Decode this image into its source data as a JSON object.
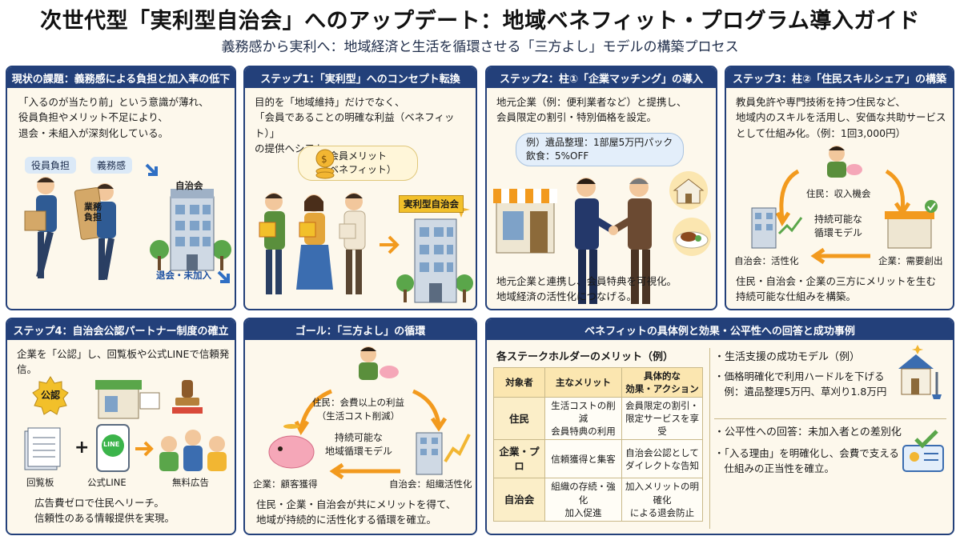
{
  "header": {
    "title": "次世代型「実利型自治会」へのアップデート：地域ベネフィット・プログラム導入ガイド",
    "subtitle": "義務感から実利へ：地域経済と生活を循環させる「三方よし」モデルの構築プロセス"
  },
  "panels": {
    "current": {
      "title": "現状の課題：義務感による負担と加入率の低下",
      "body": "「入るのが当たり前」という意識が薄れ、\n役員負担やメリット不足により、\n退会・未組入が深刻化している。",
      "tag1": "役員負担",
      "tag2": "義務感",
      "building": "自治会",
      "box_label": "業務\n負担",
      "decline": "退会・未加入"
    },
    "step1": {
      "title": "ステップ1：「実利型」へのコンセプト転換",
      "body": "目的を「地域維持」だけでなく、\n「会員であることの明確な利益（ベネフィット）」\nの提供へシフト。",
      "bubble": "会員メリット\n（ベネフィット）",
      "building": "実利型自治会"
    },
    "step2": {
      "title": "ステップ2：柱①「企業マッチング」の導入",
      "body": "地元企業（例：便利業者など）と提携し、\n会員限定の割引・特別価格を設定。",
      "bubble": "例）遺品整理：1部屋5万円パック\n飲食：5%OFF",
      "footer": "地元企業と連携し、会員特典を可視化。\n地域経済の活性化につなげる。"
    },
    "step3": {
      "title": "ステップ3：柱②「住民スキルシェア」の構築",
      "body": "教員免許や専門技術を持つ住民など、\n地域内のスキルを活用し、安価な共助サービス\nとして仕組み化。（例：1回3,000円）",
      "node_top": "住民：収入機会",
      "center": "持続可能な\n循環モデル",
      "node_left": "自治会：活性化",
      "node_right": "企業：需要創出",
      "footer": "住民・自治会・企業の三方にメリットを生む\n持続可能な仕組みを構築。"
    },
    "step4": {
      "title": "ステップ4：自治会公認パートナー制度の確立",
      "body": "企業を「公認」し、回覧板や公式LINEで信頼発信。",
      "badge": "公認",
      "line_word": "LINE",
      "plus": "+",
      "label1": "回覧板",
      "label2": "公式LINE",
      "label3": "無料広告",
      "footer": "広告費ゼロで住民へリーチ。\n信頼性のある情報提供を実現。"
    },
    "goal": {
      "title": "ゴール：「三方よし」の循環",
      "node_top": "住民：会費以上の利益\n（生活コスト削減）",
      "center": "持続可能な\n地域循環モデル",
      "node_left": "企業：顧客獲得",
      "node_right": "自治会：組織活性化",
      "footer": "住民・企業・自治会が共にメリットを得て、\n地域が持続的に活性化する循環を確立。"
    },
    "benefits": {
      "title": "ベネフィットの具体例と効果・公平性への回答と成功事例",
      "table_title": "各ステークホルダーのメリット（例）",
      "columns": [
        "対象者",
        "主なメリット",
        "具体的な\n効果・アクション"
      ],
      "rows": [
        [
          "住民",
          "生活コストの削減\n会員特典の利用",
          "会員限定の割引・\n限定サービスを享受"
        ],
        [
          "企業・プロ",
          "信頼獲得と集客",
          "自治会公認として\nダイレクトな告知"
        ],
        [
          "自治会",
          "組織の存続・強化\n加入促進",
          "加入メリットの明確化\nによる退会防止"
        ]
      ],
      "case_title": "・生活支援の成功モデル（例）",
      "case_body": "・価格明確化で利用ハードルを下げる\n　例：遺品整理5万円、草刈り1.8万円",
      "fair_title": "・公平性への回答：未加入者との差別化",
      "fair_body": "・「入る理由」を明確化し、会費で支える\n　仕組みの正当性を確立。"
    }
  },
  "colors": {
    "navy": "#23407a",
    "cream": "#fdf8ec",
    "orange": "#f29a1e",
    "green": "#5aa64a"
  }
}
